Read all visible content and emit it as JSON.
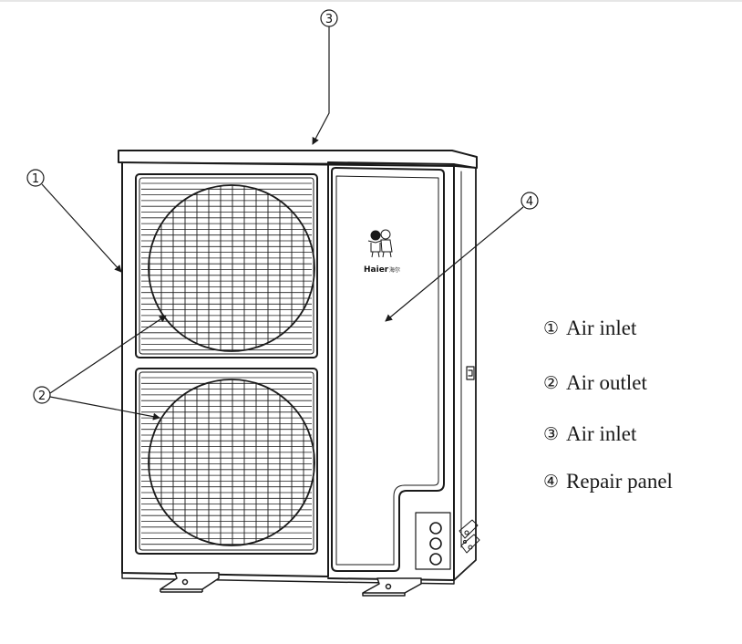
{
  "brand": {
    "logo_text": "Haier",
    "logo_sub": "海尔"
  },
  "callouts": [
    {
      "number": "1"
    },
    {
      "number": "2"
    },
    {
      "number": "3"
    },
    {
      "number": "4"
    }
  ],
  "legend": [
    {
      "number": "①",
      "label": "Air inlet"
    },
    {
      "number": "②",
      "label": "Air outlet"
    },
    {
      "number": "③",
      "label": "Air inlet"
    },
    {
      "number": "④",
      "label": "Repair panel"
    }
  ],
  "colors": {
    "line": "#1a1a1a",
    "background": "#ffffff"
  }
}
